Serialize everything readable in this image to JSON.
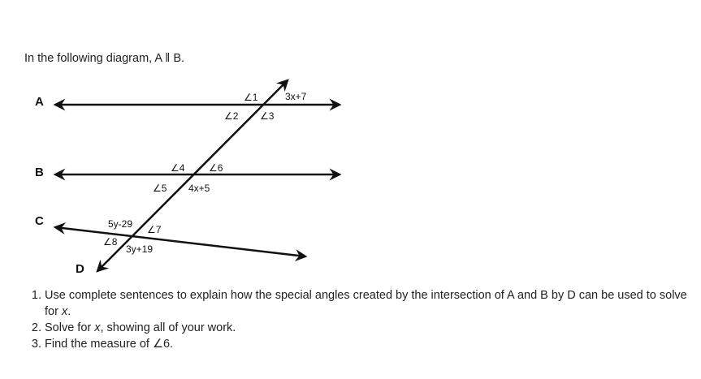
{
  "intro": "In the following diagram, A ǁ B.",
  "diagram": {
    "line_labels": {
      "A": "A",
      "B": "B",
      "C": "C",
      "D": "D"
    },
    "angles": {
      "a1": "∠1",
      "a1_expr": "3x+7",
      "a2": "∠2",
      "a3": "∠3",
      "a4": "∠4",
      "a6": "∠6",
      "a5": "∠5",
      "a_4x5": "4x+5",
      "a_5y29": "5y-29",
      "a7": "∠7",
      "a8": "∠8",
      "a_3y19": "3y+19"
    }
  },
  "questions": [
    {
      "text": "Use complete sentences to explain how the special angles created by the intersection of A and B by D can be used to solve for ",
      "var": "x",
      "end": "."
    },
    {
      "text": "Solve for ",
      "var": "x",
      "end": ", showing all of your work."
    },
    {
      "text": "Find the measure of ∠6.",
      "var": "",
      "end": ""
    }
  ]
}
